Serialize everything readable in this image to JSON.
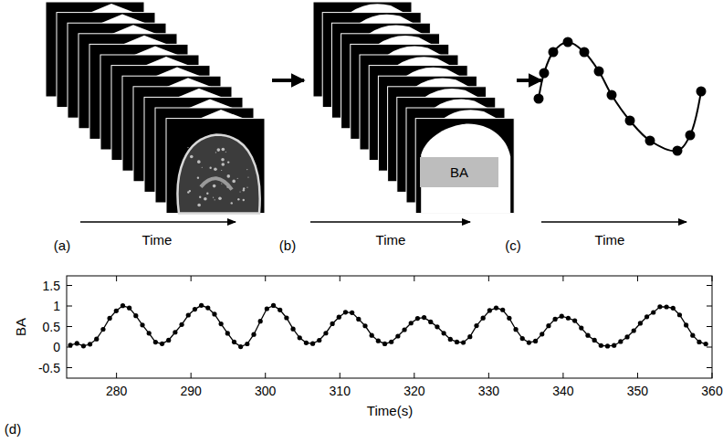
{
  "diagram": {
    "nodes": [
      {
        "text": [
          "BA"
        ]
      }
    ],
    "labels": [
      "(a)",
      "Time",
      "(b)",
      "Time",
      "(c)",
      "Time",
      "1.5",
      "1",
      "0.5",
      "0",
      "-0.5",
      "BA",
      "280",
      "290",
      "300",
      "310",
      "320",
      "330",
      "340",
      "350",
      "360",
      "Time(s)",
      "(d)"
    ]
  }
}
